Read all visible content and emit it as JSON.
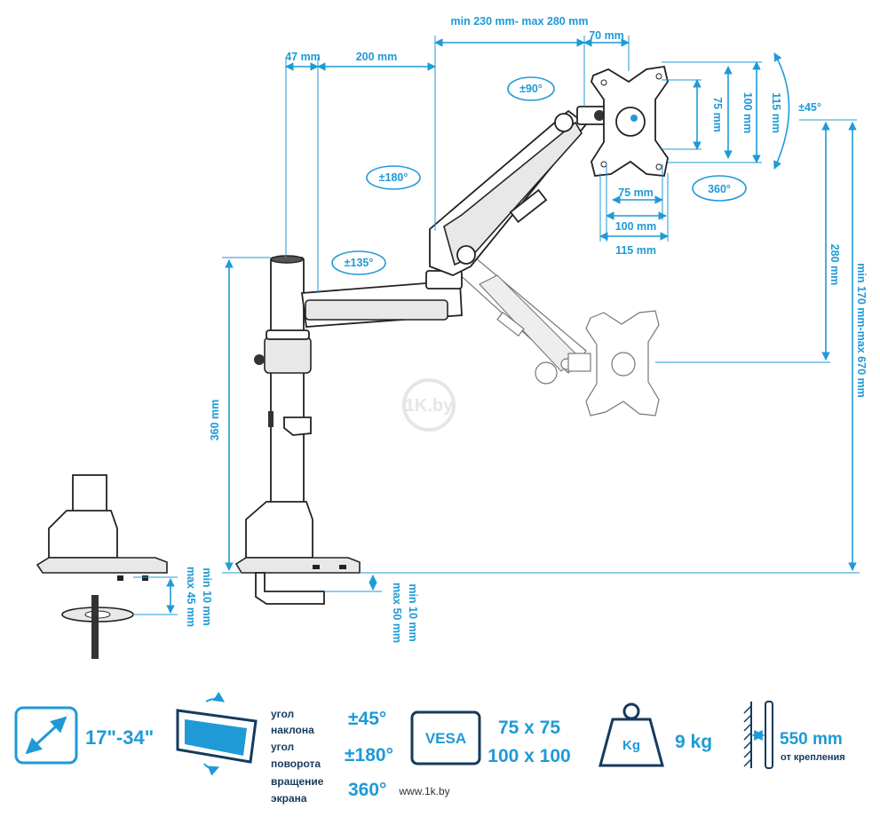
{
  "dimensions": {
    "reach_range": "min 230 mm- max 280 mm",
    "d70": "70 mm",
    "d47": "47 mm",
    "d200": "200 mm",
    "vert_75": "75 mm",
    "vert_100": "100 mm",
    "vert_115": "115 mm",
    "horiz_75": "75 mm",
    "horiz_100": "100 mm",
    "horiz_115": "115 mm",
    "pole_height": "360 mm",
    "arm_height": "280 mm",
    "total_height": "min 170 mm-max 670 mm",
    "clamp_left_min": "min 10 mm",
    "clamp_left_max": "max 45 mm",
    "clamp_right_min": "min 10 mm",
    "clamp_right_max": "max 50 mm"
  },
  "rotations": {
    "pan90": "±90°",
    "pan180": "±180°",
    "pan135": "±135°",
    "tilt45": "±45°",
    "rotate360": "360°"
  },
  "specs": {
    "screen_size": "17\"-34\"",
    "tilt_label_1": "угол",
    "tilt_label_2": "наклона",
    "tilt_value": "±45°",
    "swivel_label_1": "угол",
    "swivel_label_2": "поворота",
    "swivel_value": "±180°",
    "rotate_label_1": "вращение",
    "rotate_label_2": "экрана",
    "rotate_value": "360°",
    "vesa_badge": "VESA",
    "vesa_1": "75 x 75",
    "vesa_2": "100 x 100",
    "weight_badge": "Kg",
    "weight": "9 kg",
    "distance": "550 mm",
    "distance_sub": "от крепления"
  },
  "watermark": "1K.by",
  "site": "www.1k.by",
  "colors": {
    "accent": "#1f9ad6",
    "dark": "#163a5c",
    "line": "#222222"
  }
}
